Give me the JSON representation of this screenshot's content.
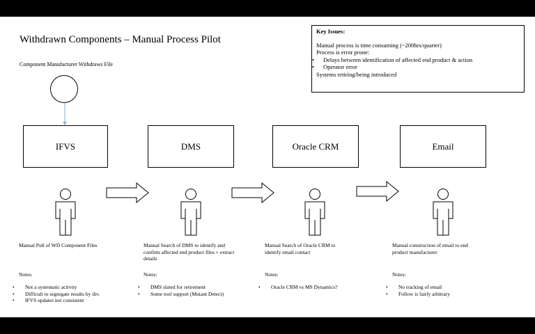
{
  "title": "Withdrawn Components – Manual Process Pilot",
  "start_label": "Component Manufacturer Withdraws File",
  "key_issues": {
    "heading": "Key Issues:",
    "line1": "Manual process is time consuming (~200hrs/quarter)",
    "line2": "Process is error prone:",
    "bullets": [
      "Delays between identification of affected end product & action",
      "Operator error"
    ],
    "line3": "Systems retiring/being introduced"
  },
  "steps": [
    {
      "system": "IFVS",
      "description": "Manual Pull of WD Component Files",
      "notes_label": "Notes:",
      "notes": [
        "Not a systematic activity",
        "Difficult to segregate results by div.",
        "IFVS updates not consistent"
      ]
    },
    {
      "system": "DMS",
      "description": "Manual Search of DMS to identify and confirm affected end product files + extract details",
      "notes_label": "Notes:",
      "notes": [
        "DMS slated for retirement",
        "Some tool support (Mutant Detect)"
      ]
    },
    {
      "system": "Oracle CRM",
      "description": "Manual Search of Oracle CRM to identify email contact",
      "notes_label": "Notes:",
      "notes": [
        "Oracle CRM vs MS Dynamics?"
      ]
    },
    {
      "system": "Email",
      "description": "Manual construction of email to end product manufacturer",
      "notes_label": "Notes:",
      "notes": [
        "No tracking of email",
        "Follow is fairly arbitrary"
      ]
    }
  ],
  "icons": {
    "person": "person-icon",
    "arrow": "right-arrow-icon",
    "start": "start-circle"
  },
  "colors": {
    "connector": "#7fb2e5"
  }
}
